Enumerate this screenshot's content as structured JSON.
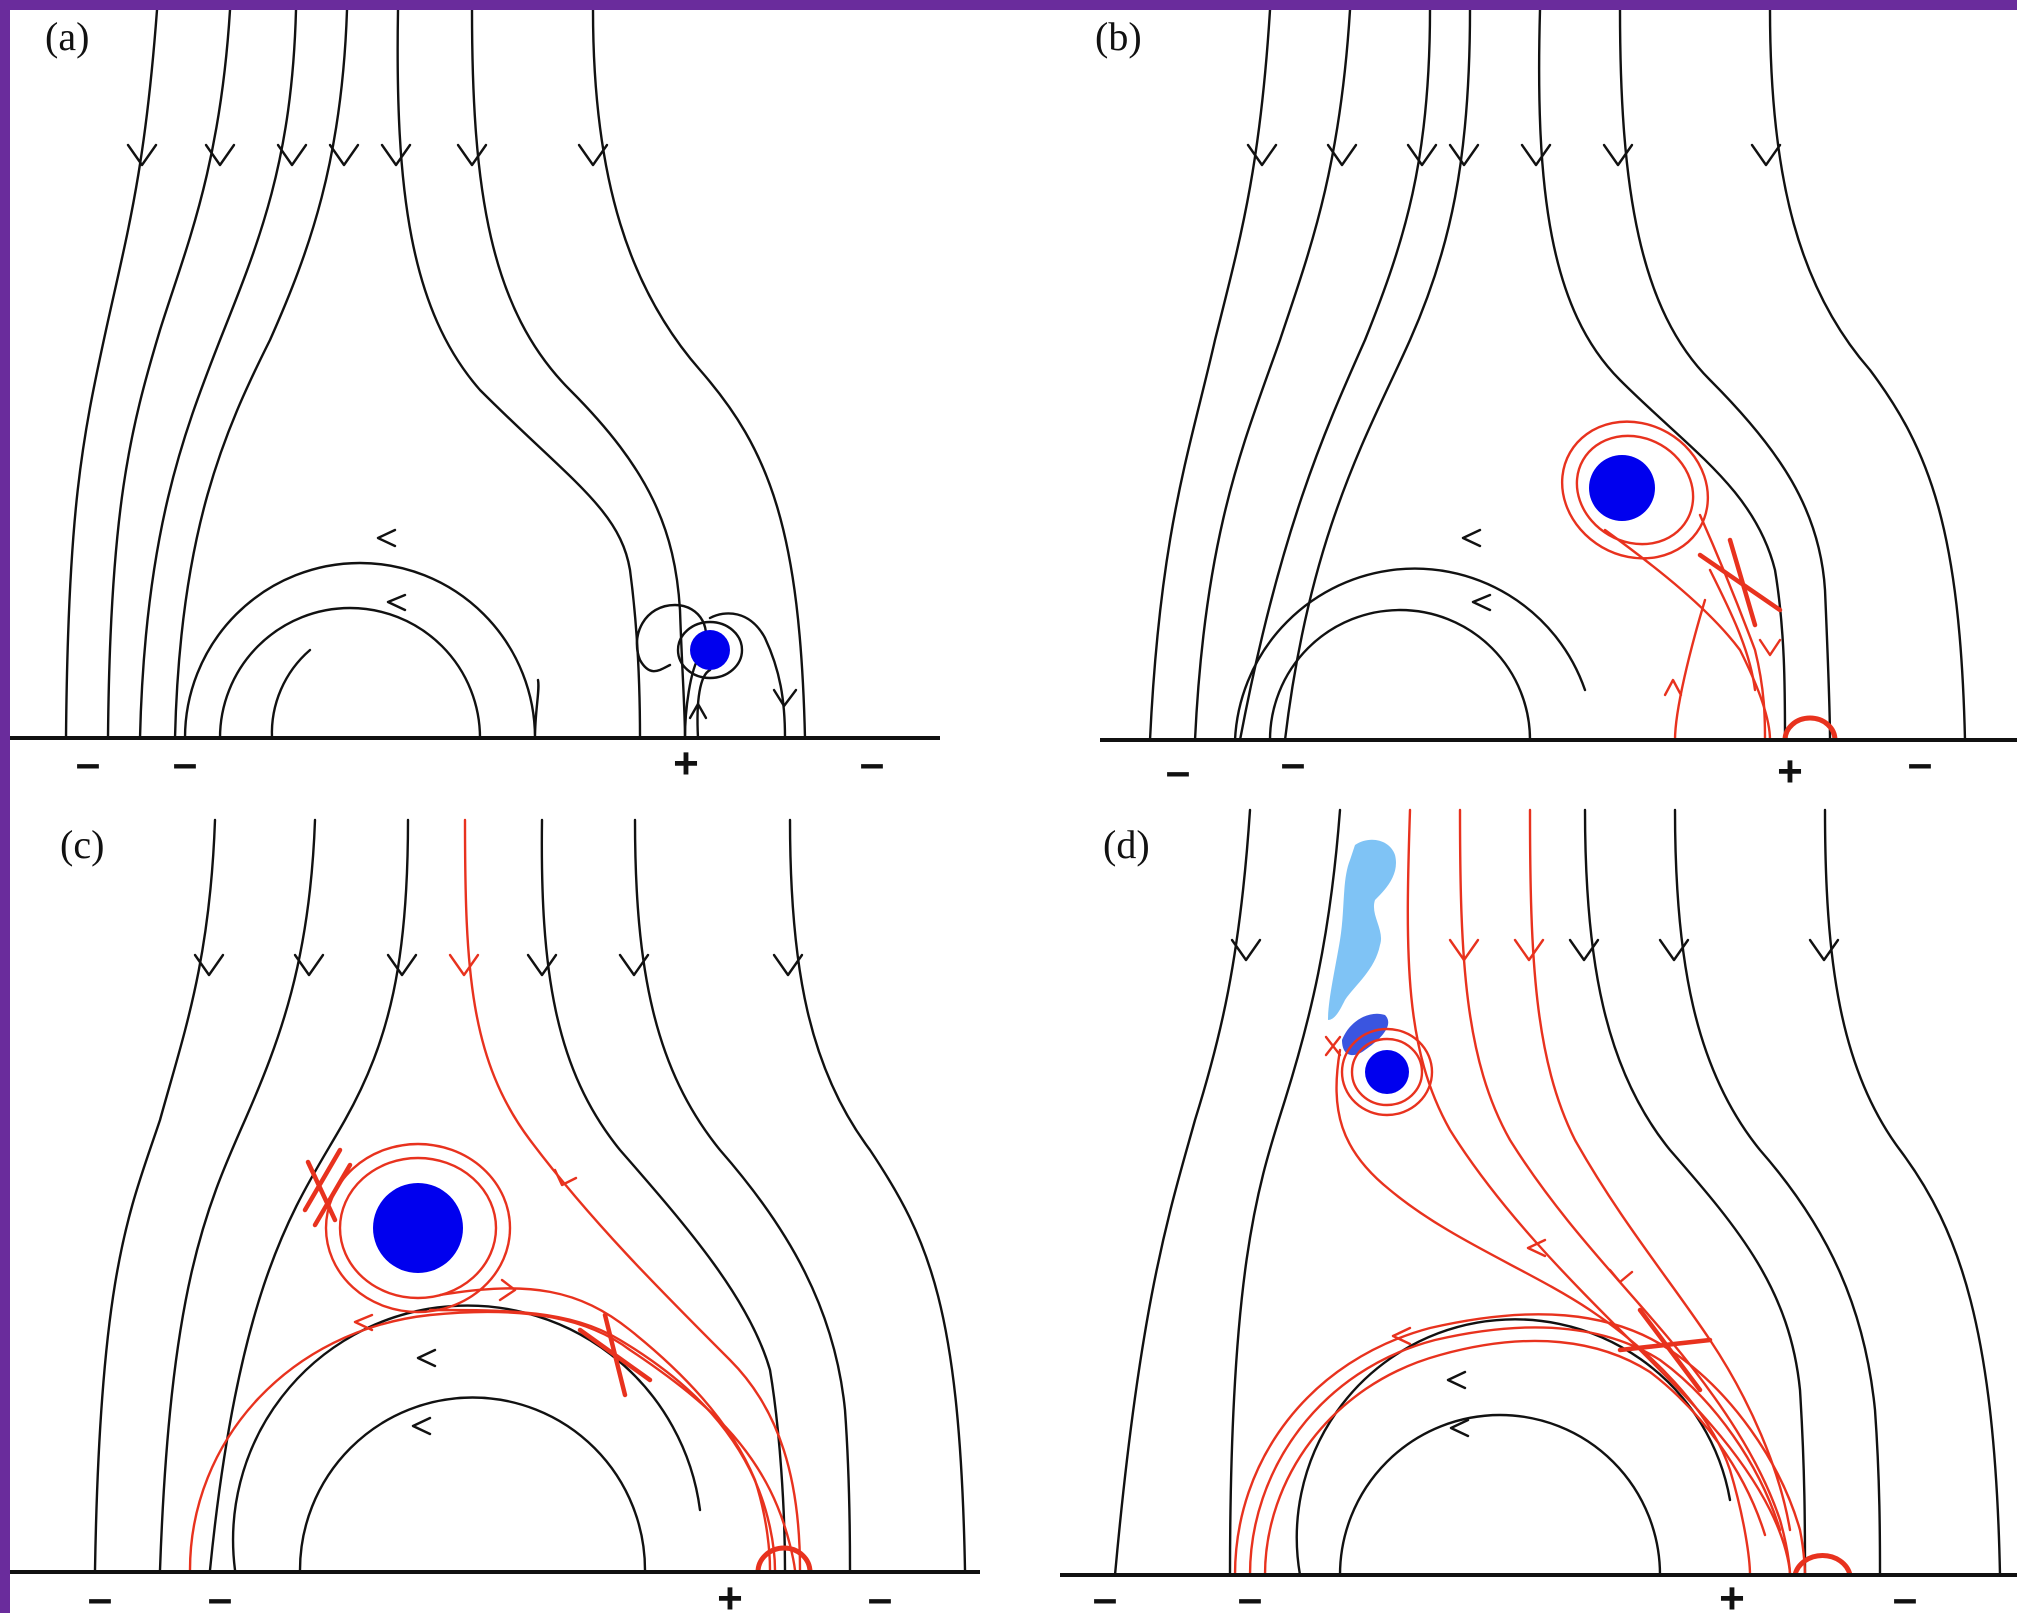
{
  "colors": {
    "background_border": "#6a2c9c",
    "field_line": "#111111",
    "reconnected_field_line": "#e8321e",
    "flux_rope_core": "#0000ee",
    "ejecta_light": "#7fc3f5",
    "ejecta_dark": "#3a55e0"
  },
  "panels": [
    {
      "label": "(a)",
      "signs": [
        "–",
        "–",
        "+",
        "–"
      ]
    },
    {
      "label": "(b)",
      "signs": [
        "–",
        "–",
        "+",
        "–"
      ]
    },
    {
      "label": "(c)",
      "signs": [
        "–",
        "–",
        "+",
        "–"
      ]
    },
    {
      "label": "(d)",
      "signs": [
        "–",
        "–",
        "+",
        "–"
      ]
    }
  ]
}
